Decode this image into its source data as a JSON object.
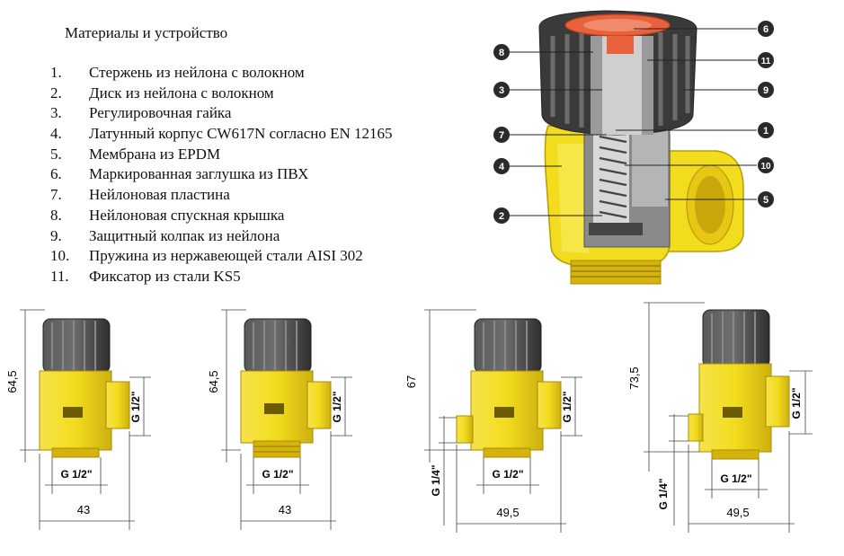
{
  "title": "Материалы и устройство",
  "parts": [
    {
      "num": "1.",
      "text": "Стержень из нейлона с волокном"
    },
    {
      "num": "2.",
      "text": "Диск из нейлона с волокном"
    },
    {
      "num": "3.",
      "text": "Регулировочная гайка"
    },
    {
      "num": "4.",
      "text": "Латунный корпус CW617N согласно EN 12165"
    },
    {
      "num": "5.",
      "text": "Мембрана из EPDM"
    },
    {
      "num": "6.",
      "text": "Маркированная заглушка из ПВХ"
    },
    {
      "num": "7.",
      "text": "Нейлоновая пластина"
    },
    {
      "num": "8.",
      "text": "Нейлоновая спускная крышка"
    },
    {
      "num": "9.",
      "text": "Защитный колпак из нейлона"
    },
    {
      "num": "10.",
      "text": "Пружина из нержавеющей стали AISI 302"
    },
    {
      "num": "11.",
      "text": "Фиксатор из стали KS5"
    }
  ],
  "callouts": {
    "left": [
      "8",
      "3",
      "7",
      "4",
      "2"
    ],
    "right": [
      "6",
      "11",
      "9",
      "1",
      "10",
      "5"
    ]
  },
  "drawings": [
    {
      "height": "64,5",
      "side_thread": "G 1/2\"",
      "bottom_thread": "G 1/2\"",
      "width": "43"
    },
    {
      "height": "64,5",
      "side_thread": "G 1/2\"",
      "bottom_thread": "G 1/2\"",
      "width": "43"
    },
    {
      "height": "67",
      "side_thread": "G 1/2\"",
      "bottom_thread": "G 1/2\"",
      "drain_thread": "G 1/4\"",
      "width": "49,5"
    },
    {
      "height": "73,5",
      "side_thread": "G 1/2\"",
      "bottom_thread": "G 1/2\"",
      "drain_thread": "G 1/4\"",
      "width": "49,5"
    }
  ],
  "colors": {
    "brass": "#f2dc1e",
    "brass_dark": "#c9a90a",
    "cap": "#3a3a3a",
    "cap_light": "#6b6b6b",
    "marker": "#e8603c",
    "callout": "#2a2a2a"
  }
}
